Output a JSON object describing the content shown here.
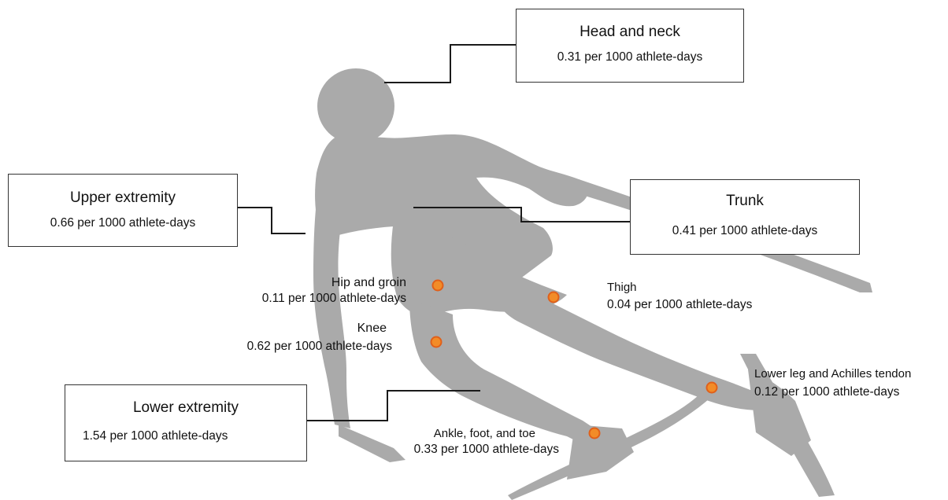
{
  "colors": {
    "silhouette": "#aaaaaa",
    "connector": "#1a1a1a",
    "marker_fill": "#f28c28",
    "marker_stroke": "#e0601a"
  },
  "regions": {
    "head_neck": {
      "title": "Head and neck",
      "rate": "0.31 per 1000 athlete-days"
    },
    "upper_extremity": {
      "title": "Upper extremity",
      "rate": "0.66 per 1000 athlete-days"
    },
    "trunk": {
      "title": "Trunk",
      "rate": "0.41 per 1000 athlete-days"
    },
    "lower_extremity": {
      "title": "Lower extremity",
      "rate": "1.54 per 1000 athlete-days"
    }
  },
  "sites": {
    "hip_groin": {
      "name": "Hip and groin",
      "rate": "0.11 per 1000 athlete-days"
    },
    "thigh": {
      "name": "Thigh",
      "rate": "0.04 per 1000 athlete-days"
    },
    "knee": {
      "name": "Knee",
      "rate": "0.62 per 1000 athlete-days"
    },
    "lower_leg": {
      "name": "Lower leg and Achilles tendon",
      "rate": "0.12 per 1000 athlete-days"
    },
    "ankle_foot": {
      "name": "Ankle, foot, and toe",
      "rate": "0.33 per 1000 athlete-days"
    }
  }
}
